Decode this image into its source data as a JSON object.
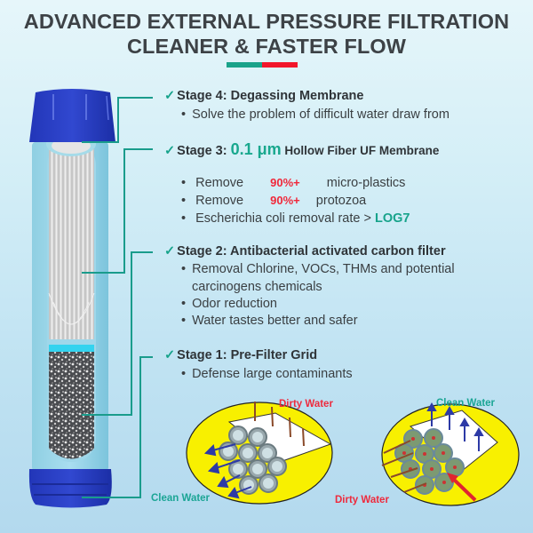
{
  "header": {
    "title_line1": "ADVANCED EXTERNAL PRESSURE FILTRATION",
    "title_line2": "CLEANER & FASTER FLOW",
    "accent_colors": [
      "#1aa38a",
      "#f2162a"
    ]
  },
  "stages": [
    {
      "check_icon": "✓",
      "title": "Stage 4: Degassing Membrane",
      "bullets": [
        "Solve the problem of difficult water draw from"
      ]
    },
    {
      "check_icon": "✓",
      "title_prefix": "Stage 3: ",
      "title_highlight": "0.1 μm",
      "title_suffix": " Hollow Fiber UF Membrane",
      "bullets": [
        {
          "prefix": "Remove",
          "highlight": "90%+",
          "suffix": "micro-plastics"
        },
        {
          "prefix": "Remove",
          "highlight": "90%+",
          "suffix": "protozoa"
        },
        {
          "prefix": "Escherichia coli removal rate > ",
          "highlight": "LOG7"
        }
      ]
    },
    {
      "check_icon": "✓",
      "title": "Stage 2: Antibacterial activated carbon filter",
      "bullets": [
        "Removal Chlorine, VOCs, THMs and potential",
        "carcinogens chemicals",
        "Odor reduction",
        "Water tastes better and safer"
      ]
    },
    {
      "check_icon": "✓",
      "title": "Stage 1: Pre-Filter Grid",
      "bullets": [
        "Defense large contaminants"
      ]
    }
  ],
  "cartridge": {
    "outlet_label": "Clean Water",
    "cap_color": "#2a3fc4",
    "body_color": "#8fd3e6",
    "line_color": "#1a9c8c"
  },
  "diagrams": {
    "external_pressure": {
      "dirty_label": "Dirty Water",
      "clean_label": "Clean Water"
    },
    "internal_pressure": {
      "clean_label": "Clean Water",
      "dirty_label": "Dirty Water"
    }
  }
}
